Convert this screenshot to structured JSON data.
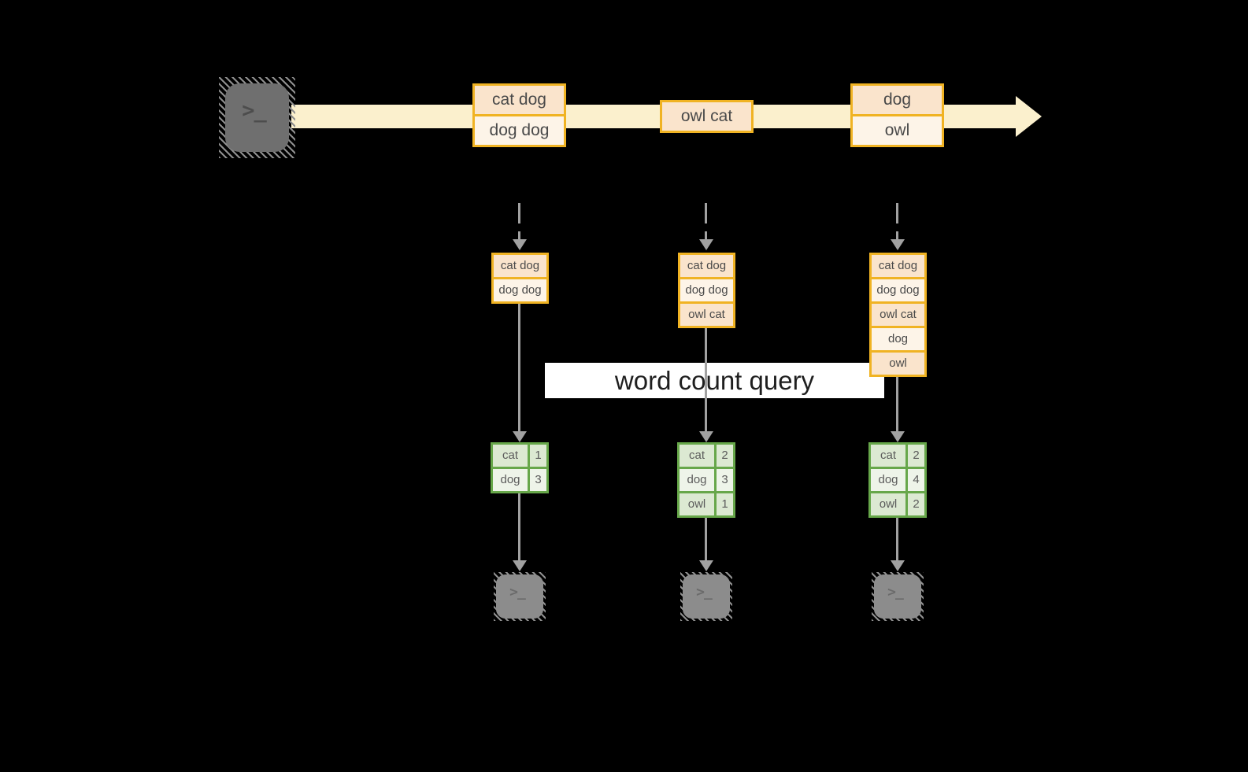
{
  "query_label": "word count query",
  "icons": {
    "prompt": ">_",
    "source": "terminal-icon",
    "sink": "terminal-icon"
  },
  "stream": {
    "events": [
      {
        "lines": [
          "cat dog",
          "dog dog"
        ]
      },
      {
        "lines": [
          "owl cat"
        ]
      },
      {
        "lines": [
          "dog",
          "owl"
        ]
      }
    ]
  },
  "columns": [
    {
      "state_rows": [
        "cat dog",
        "dog dog"
      ],
      "table": {
        "rows": [
          {
            "word": "cat",
            "count": "1"
          },
          {
            "word": "dog",
            "count": "3"
          }
        ]
      }
    },
    {
      "state_rows": [
        "cat dog",
        "dog dog",
        "owl cat"
      ],
      "table": {
        "rows": [
          {
            "word": "cat",
            "count": "2"
          },
          {
            "word": "dog",
            "count": "3"
          },
          {
            "word": "owl",
            "count": "1"
          }
        ]
      }
    },
    {
      "state_rows": [
        "cat dog",
        "dog dog",
        "owl cat",
        "dog",
        "owl"
      ],
      "table": {
        "rows": [
          {
            "word": "cat",
            "count": "2"
          },
          {
            "word": "dog",
            "count": "4"
          },
          {
            "word": "owl",
            "count": "2"
          }
        ]
      }
    }
  ],
  "colors": {
    "background": "#000000",
    "stream_arrow": "#FBF0CD",
    "box_border": "#F0B323",
    "row_peach": "#FAE4CC",
    "row_cream": "#FDF4E8",
    "table_border": "#67A74A",
    "table_row_dark": "#DCE9D2",
    "table_row_light": "#EEF4E9",
    "arrow_gray": "#A1A1A1",
    "label_bg": "#FFFFFF"
  }
}
